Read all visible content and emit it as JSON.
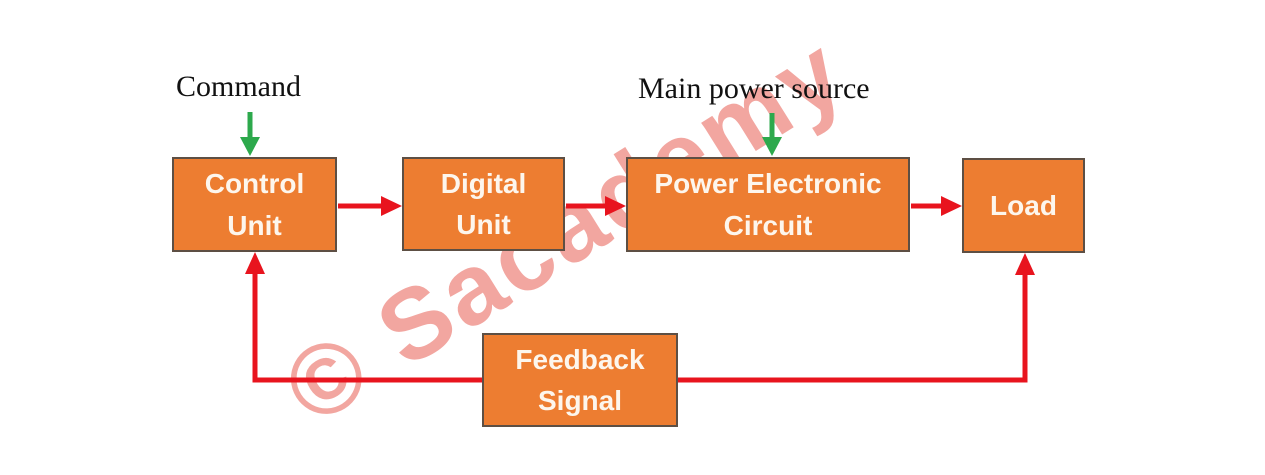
{
  "watermark": {
    "text": "© Sacademy"
  },
  "labels": {
    "command": "Command",
    "main_power_source": "Main power source"
  },
  "nodes": {
    "control_unit": {
      "label": "Control\nUnit"
    },
    "digital_unit": {
      "label": "Digital\nUnit"
    },
    "power_electronic_circuit": {
      "label": "Power Electronic\nCircuit"
    },
    "load": {
      "label": "Load"
    },
    "feedback_signal": {
      "label": "Feedback\nSignal"
    }
  },
  "arrows": {
    "command_to_control": "green, points down into Control Unit",
    "main_power_to_power_circuit": "green, points down into Power Electronic Circuit",
    "control_to_digital": "red, points right",
    "digital_to_power": "red, points right",
    "power_to_load": "red, points right",
    "feedback_to_control": "red, from Feedback Signal left side up into Control Unit",
    "feedback_to_load": "red, from Feedback Signal right side up into Load"
  },
  "colors": {
    "box_fill": "#ED7D31",
    "box_border": "#5D4F44",
    "box_text": "#FDF6ED",
    "arrow_red": "#E8141E",
    "arrow_green": "#2DA94C",
    "label_text": "#111111",
    "watermark": "#F2A6A0",
    "background": "#FFFFFF"
  }
}
